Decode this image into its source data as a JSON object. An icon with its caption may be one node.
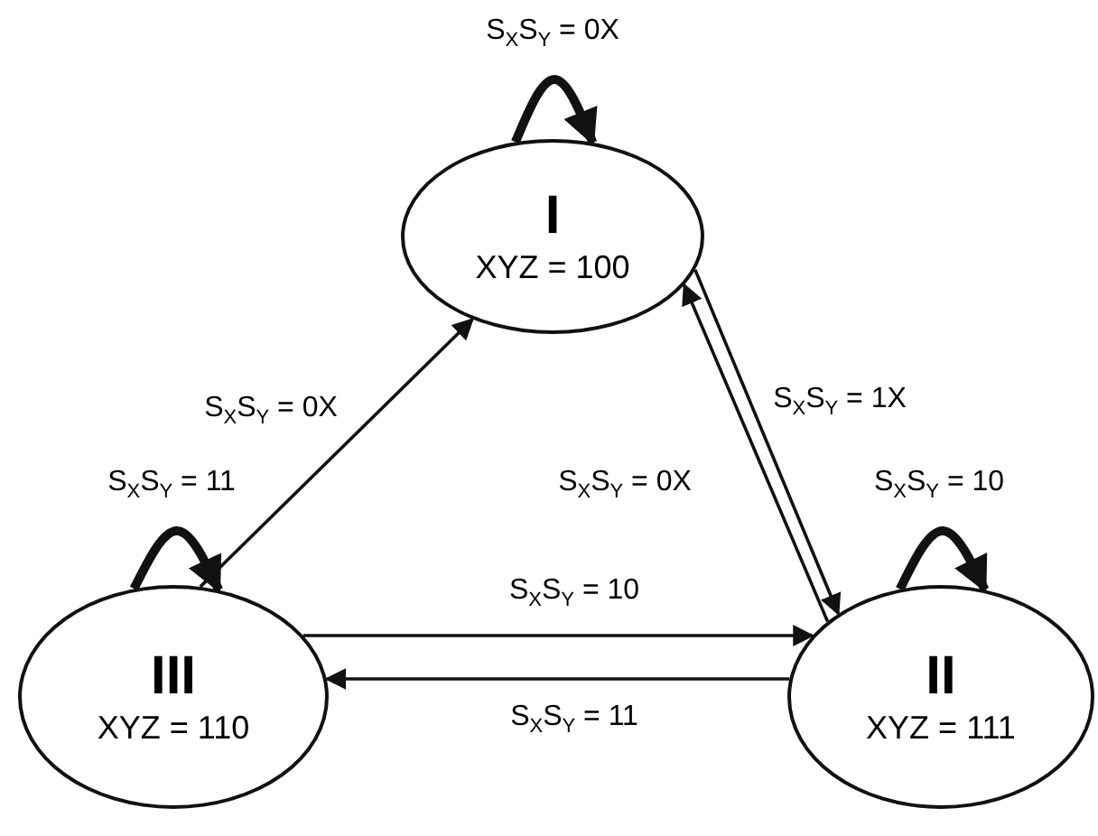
{
  "diagram": {
    "nodes": [
      {
        "text": [
          "I",
          "XYZ = 100"
        ]
      },
      {
        "text": [
          "II",
          "XYZ = 111"
        ]
      },
      {
        "text": [
          "III",
          "XYZ = 110"
        ]
      }
    ],
    "edges": [
      {
        "from": 0,
        "to": 0,
        "arrow": "to",
        "label": "S$_{X}$S$_{Y}$ = 0X",
        "style": "thick"
      },
      {
        "from": 2,
        "to": 0,
        "arrow": "to",
        "label": "S$_{X}$S$_{Y}$ = 0X"
      },
      {
        "from": 0,
        "to": 1,
        "arrow": "to",
        "label": "S$_{X}$S$_{Y}$ = 1X"
      },
      {
        "from": 2,
        "to": 2,
        "arrow": "to",
        "label": "S$_{X}$S$_{Y}$ = 11",
        "style": "thick"
      },
      {
        "from": 1,
        "to": 0,
        "arrow": "to",
        "label": "S$_{X}$S$_{Y}$ = 0X"
      },
      {
        "from": 1,
        "to": 1,
        "arrow": "to",
        "label": "S$_{X}$S$_{Y}$ = 10",
        "style": "thick"
      },
      {
        "from": 2,
        "to": 1,
        "arrow": "to",
        "label": "S$_{X}$S$_{Y}$ = 10"
      },
      {
        "from": 1,
        "to": 2,
        "arrow": "to",
        "label": "S$_{X}$S$_{Y}$ = 11"
      }
    ]
  }
}
